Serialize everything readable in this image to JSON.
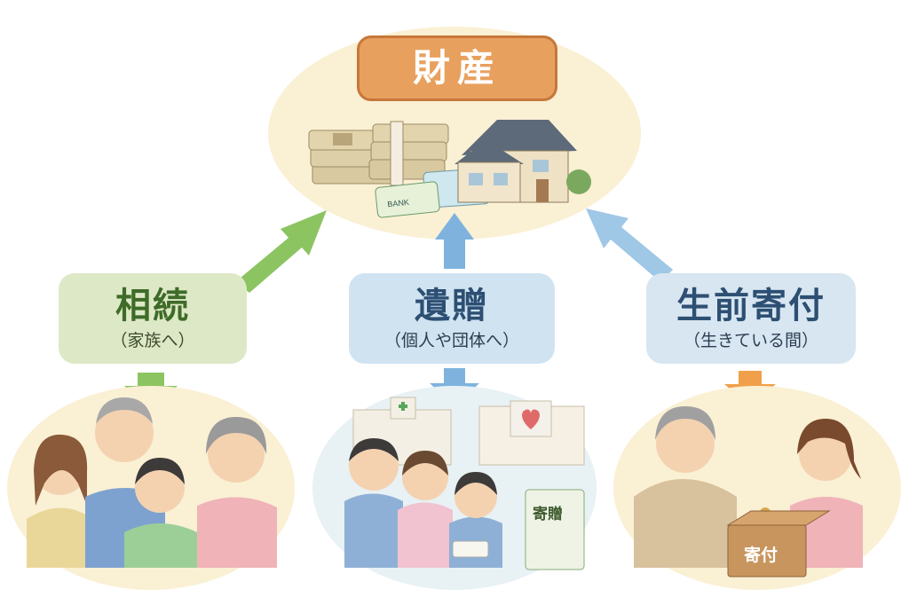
{
  "asset": {
    "title": "財産"
  },
  "bank": {
    "label": "BANK"
  },
  "routes": {
    "inheritance": {
      "title": "相続",
      "subtitle": "（家族へ）"
    },
    "bequest": {
      "title": "遺贈",
      "subtitle": "（個人や団体へ）"
    },
    "lifetime_gift": {
      "title": "生前寄付",
      "subtitle": "（生きている間）"
    }
  },
  "scenes": {
    "bequest_sign": "寄贈",
    "donation_box": "寄付"
  },
  "colors": {
    "asset_box": "#e8a05e",
    "inheritance_arrow": "#8cc462",
    "bequest_arrow": "#7fb3de",
    "gift_arrow_up": "#9fc7e6",
    "gift_arrow_down": "#f0a04b",
    "ellipse_bg": "#faf0d4"
  }
}
